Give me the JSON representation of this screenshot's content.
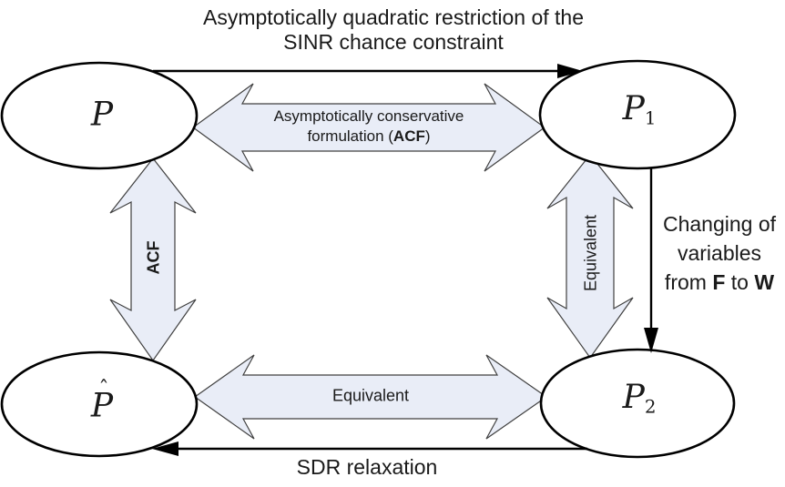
{
  "colors": {
    "block_arrow_fill": "#e9edf7",
    "block_arrow_stroke": "#404040",
    "node_fill": "#ffffff",
    "node_stroke": "#000000",
    "thin_arrow": "#000000",
    "text": "#1a1a1a"
  },
  "nodes": {
    "p": {
      "symbol": "P"
    },
    "p1": {
      "symbol": "P",
      "subscript": "1"
    },
    "p2": {
      "symbol": "P",
      "subscript": "2"
    },
    "p_hat": {
      "symbol": "P",
      "accent": "ˆ"
    }
  },
  "edges": {
    "top_arrow": {
      "line1": "Asymptotically quadratic restriction of the",
      "line2": "SINR chance constraint"
    },
    "acf_horizontal": {
      "line1": "Asymptotically conservative",
      "line2_pre": "formulation (",
      "line2_bold": "ACF",
      "line2_post": ")"
    },
    "acf_vertical": {
      "label": "ACF"
    },
    "equivalent_vertical": {
      "label": "Equivalent"
    },
    "equivalent_horizontal": {
      "label": "Equivalent"
    },
    "right_arrow": {
      "line1": "Changing of",
      "line2": "variables",
      "line3_pre": "from ",
      "line3_bold1": "F",
      "line3_mid": " to ",
      "line3_bold2": "W"
    },
    "bottom_arrow": {
      "label": "SDR relaxation"
    }
  }
}
